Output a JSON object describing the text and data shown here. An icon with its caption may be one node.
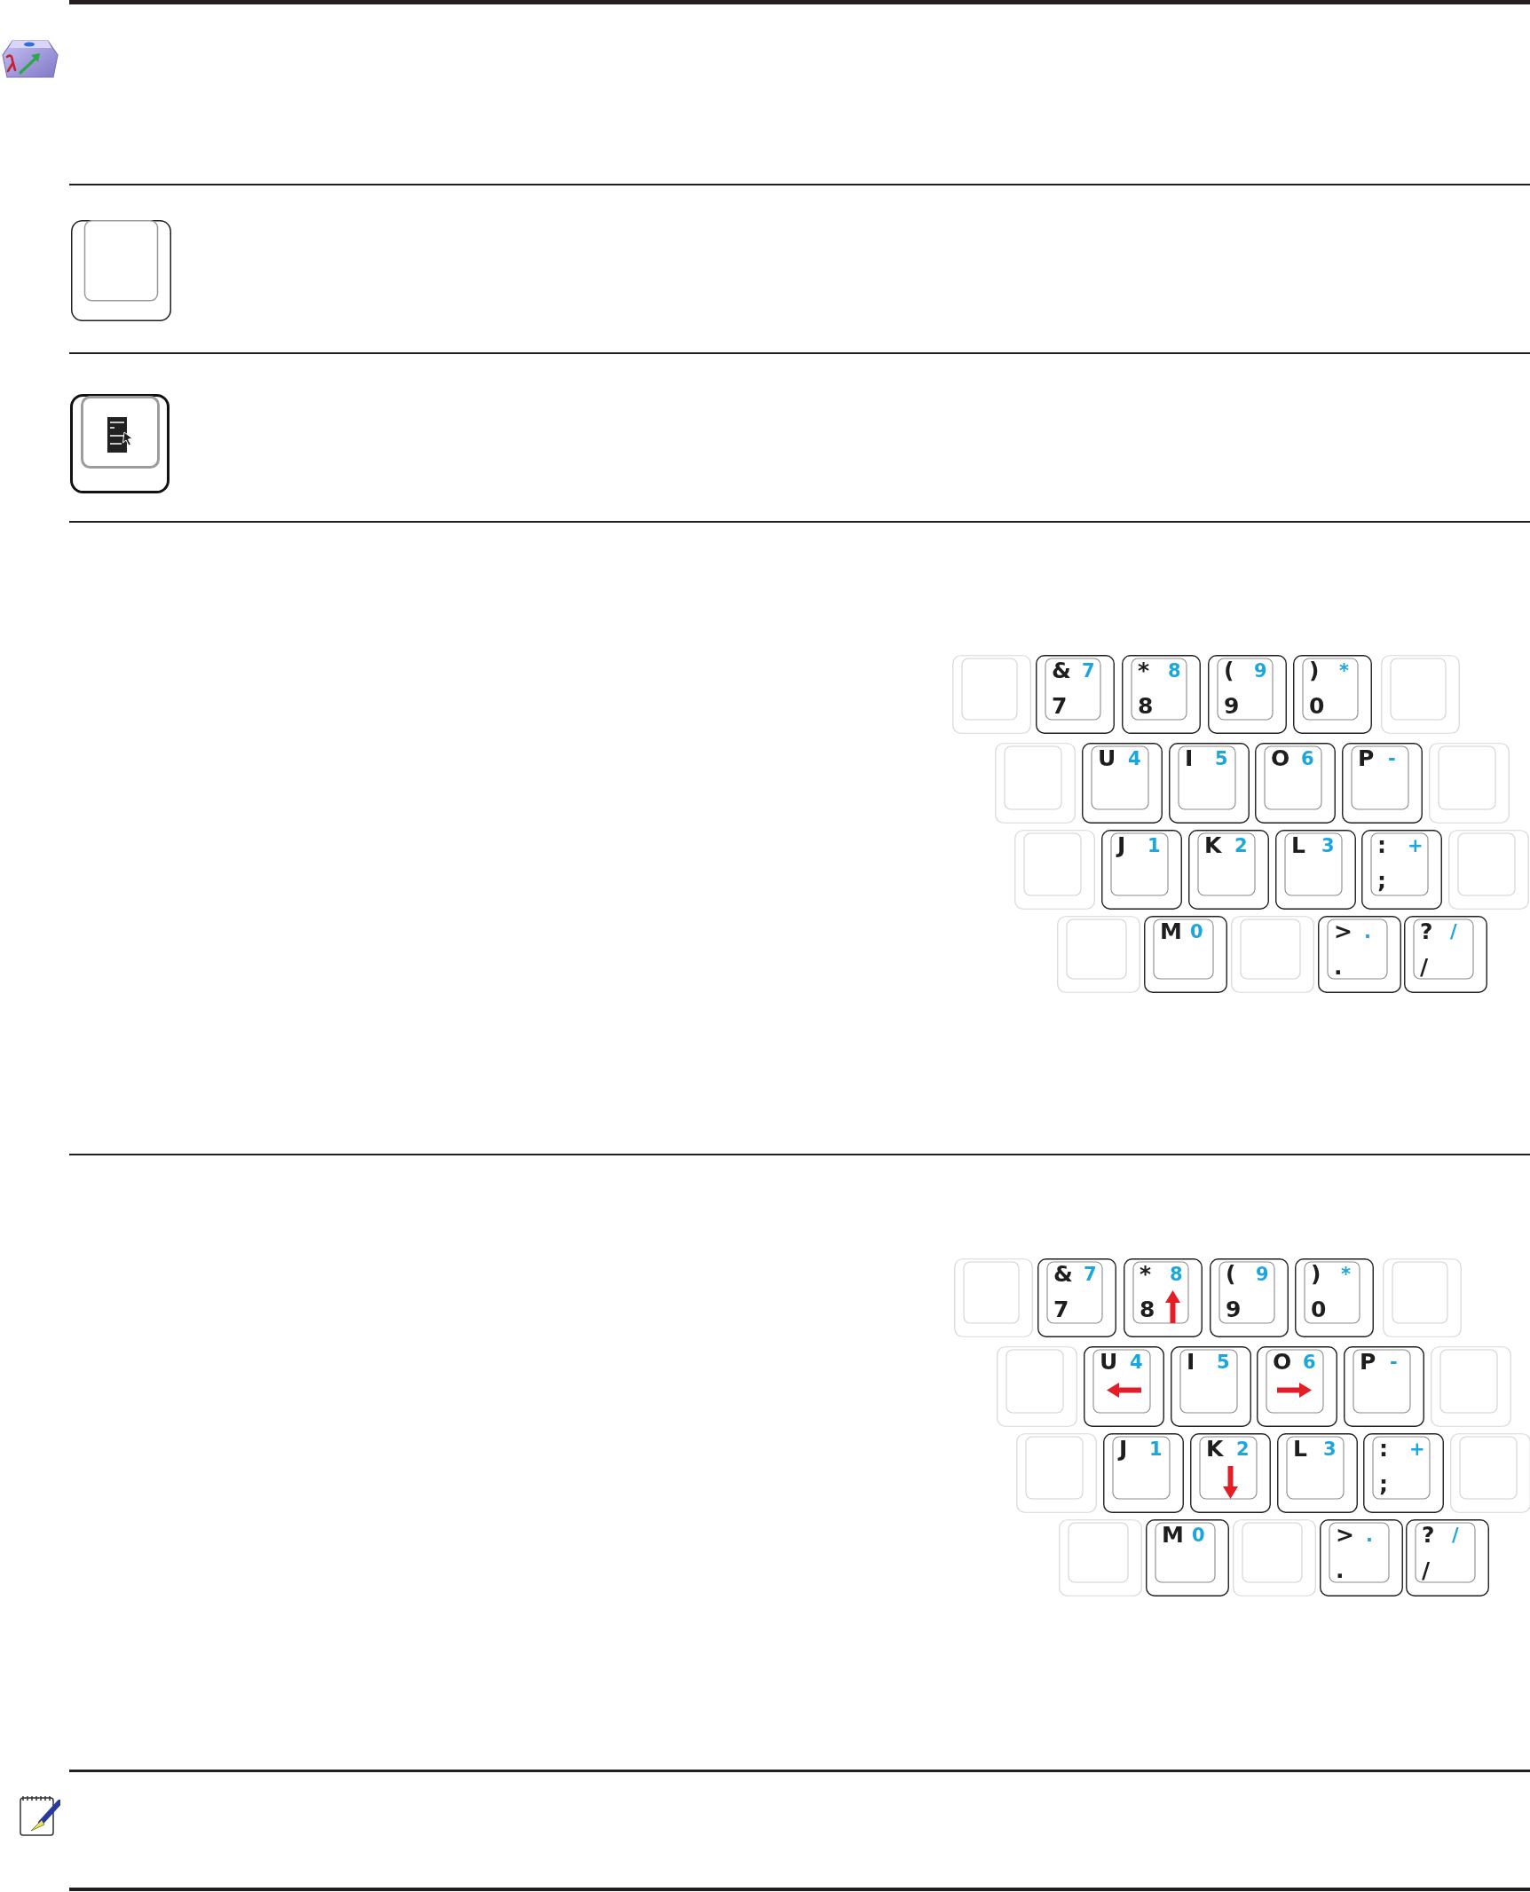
{
  "diagram": {
    "nodes": [
      {
        "text": [],
        "shape": "box"
      },
      {
        "text": [
          "&",
          "7",
          "7"
        ]
      },
      {
        "text": [
          "*",
          "8",
          "8"
        ]
      },
      {
        "text": [
          "(",
          "9",
          "9"
        ]
      },
      {
        "text": [
          ")",
          "*",
          "0"
        ]
      },
      {
        "text": [],
        "shape": "box"
      },
      {
        "text": [],
        "shape": "box"
      },
      {
        "text": [
          "U",
          "4"
        ]
      },
      {
        "text": [
          "I",
          "5"
        ]
      },
      {
        "text": [
          "O",
          "6"
        ]
      },
      {
        "text": [
          "P",
          "-"
        ]
      },
      {
        "text": [],
        "shape": "box"
      },
      {
        "text": [],
        "shape": "box"
      },
      {
        "text": [
          "J",
          "1"
        ]
      },
      {
        "text": [
          "K",
          "2"
        ]
      },
      {
        "text": [
          "L",
          "3"
        ]
      },
      {
        "text": [
          ":",
          "+",
          ";"
        ]
      },
      {
        "text": [],
        "shape": "box"
      },
      {
        "text": [],
        "shape": "box"
      },
      {
        "text": [
          "M",
          "0"
        ]
      },
      {
        "text": [],
        "shape": "box"
      },
      {
        "text": [
          ">",
          ".",
          "."
        ]
      },
      {
        "text": [
          "?",
          "/",
          "/"
        ]
      },
      {
        "text": [],
        "shape": "box"
      },
      {
        "text": [
          "&",
          "7",
          "7"
        ]
      },
      {
        "text": [
          "*",
          "8",
          "8"
        ]
      },
      {
        "text": [
          "(",
          "9",
          "9"
        ]
      },
      {
        "text": [
          ")",
          "*",
          "0"
        ]
      },
      {
        "text": [],
        "shape": "box"
      },
      {
        "text": [],
        "shape": "box"
      },
      {
        "text": [
          "U",
          "4"
        ]
      },
      {
        "text": [
          "I",
          "5"
        ]
      },
      {
        "text": [
          "O",
          "6"
        ]
      },
      {
        "text": [
          "P",
          "-"
        ]
      },
      {
        "text": [],
        "shape": "box"
      },
      {
        "text": [],
        "shape": "box"
      },
      {
        "text": [
          "J",
          "1"
        ]
      },
      {
        "text": [
          "K",
          "2"
        ]
      },
      {
        "text": [
          "L",
          "3"
        ]
      },
      {
        "text": [
          ":",
          "+",
          ";"
        ]
      },
      {
        "text": [],
        "shape": "box"
      },
      {
        "text": [],
        "shape": "box"
      },
      {
        "text": [
          "M",
          "0"
        ]
      },
      {
        "text": [],
        "shape": "box"
      },
      {
        "text": [
          ">",
          ".",
          "."
        ]
      },
      {
        "text": [
          "?",
          "/",
          "/"
        ]
      }
    ]
  }
}
